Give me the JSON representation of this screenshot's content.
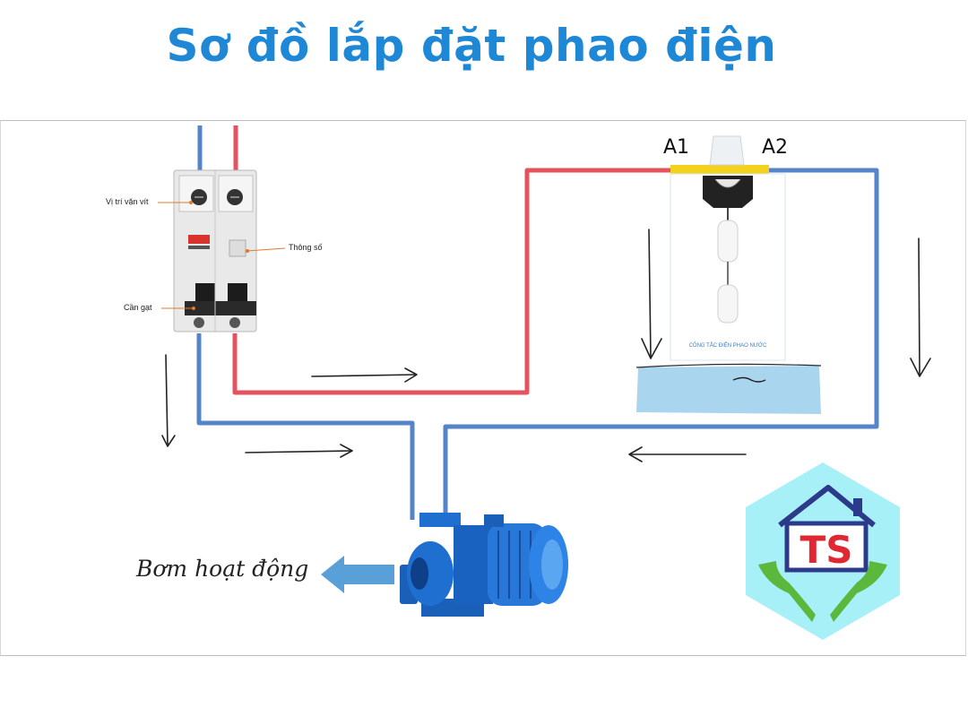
{
  "title": "Sơ đồ lắp đặt phao điện",
  "breaker": {
    "label_screw": "Vị trí vặn vít",
    "label_spec": "Thông số",
    "label_lever": "Cần gạt"
  },
  "float_switch": {
    "terminal_a1": "A1",
    "terminal_a2": "A2",
    "caption": "CÔNG TẮC ĐIỆN PHAO NƯỚC"
  },
  "pump_label": "Bơm hoạt động",
  "logo_text": "TS",
  "colors": {
    "title": "#1e88d6",
    "live_wire": "#e5535e",
    "neutral_wire": "#5584c9",
    "terminal_bar": "#f4d11c",
    "water": "#a9d6ee",
    "pump": "#1f6fd0",
    "logo_bg": "#a8f0f8",
    "logo_house": "#2c3a8c",
    "logo_letters": "#e02832",
    "logo_hands": "#5cb83c"
  },
  "icons": [
    "breaker-icon",
    "float-switch-icon",
    "water-pump-icon",
    "flow-arrow-icon",
    "logo-icon"
  ]
}
